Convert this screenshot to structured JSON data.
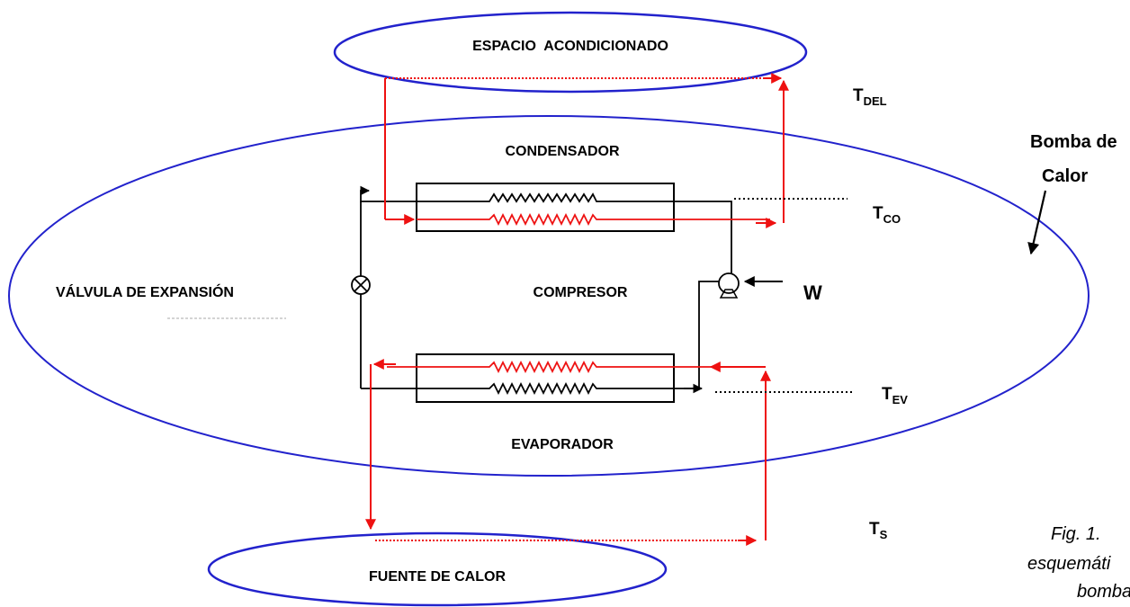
{
  "labels": {
    "conditioned_space": "ESPACIO  ACONDICIONADO",
    "heat_source": "FUENTE DE CALOR",
    "condenser": "CONDENSADOR",
    "evaporator": "EVAPORADOR",
    "compressor": "COMPRESOR",
    "expansion_valve": "VÁLVULA DE EXPANSIÓN",
    "work": "W",
    "heat_pump_line1": "Bomba de",
    "heat_pump_line2": "Calor"
  },
  "temperatures": {
    "t_del": {
      "main": "T",
      "sub": "DEL"
    },
    "t_co": {
      "main": "T",
      "sub": "CO"
    },
    "t_ev": {
      "main": "T",
      "sub": "EV"
    },
    "t_s": {
      "main": "T",
      "sub": "S"
    }
  },
  "caption": {
    "line1": "Fig. 1.",
    "line2": "esquemáti",
    "line3": "bomba"
  },
  "colors": {
    "ellipse_stroke": "#2222cc",
    "hot_flow": "#ee1111",
    "refrigerant_line": "#000000"
  }
}
